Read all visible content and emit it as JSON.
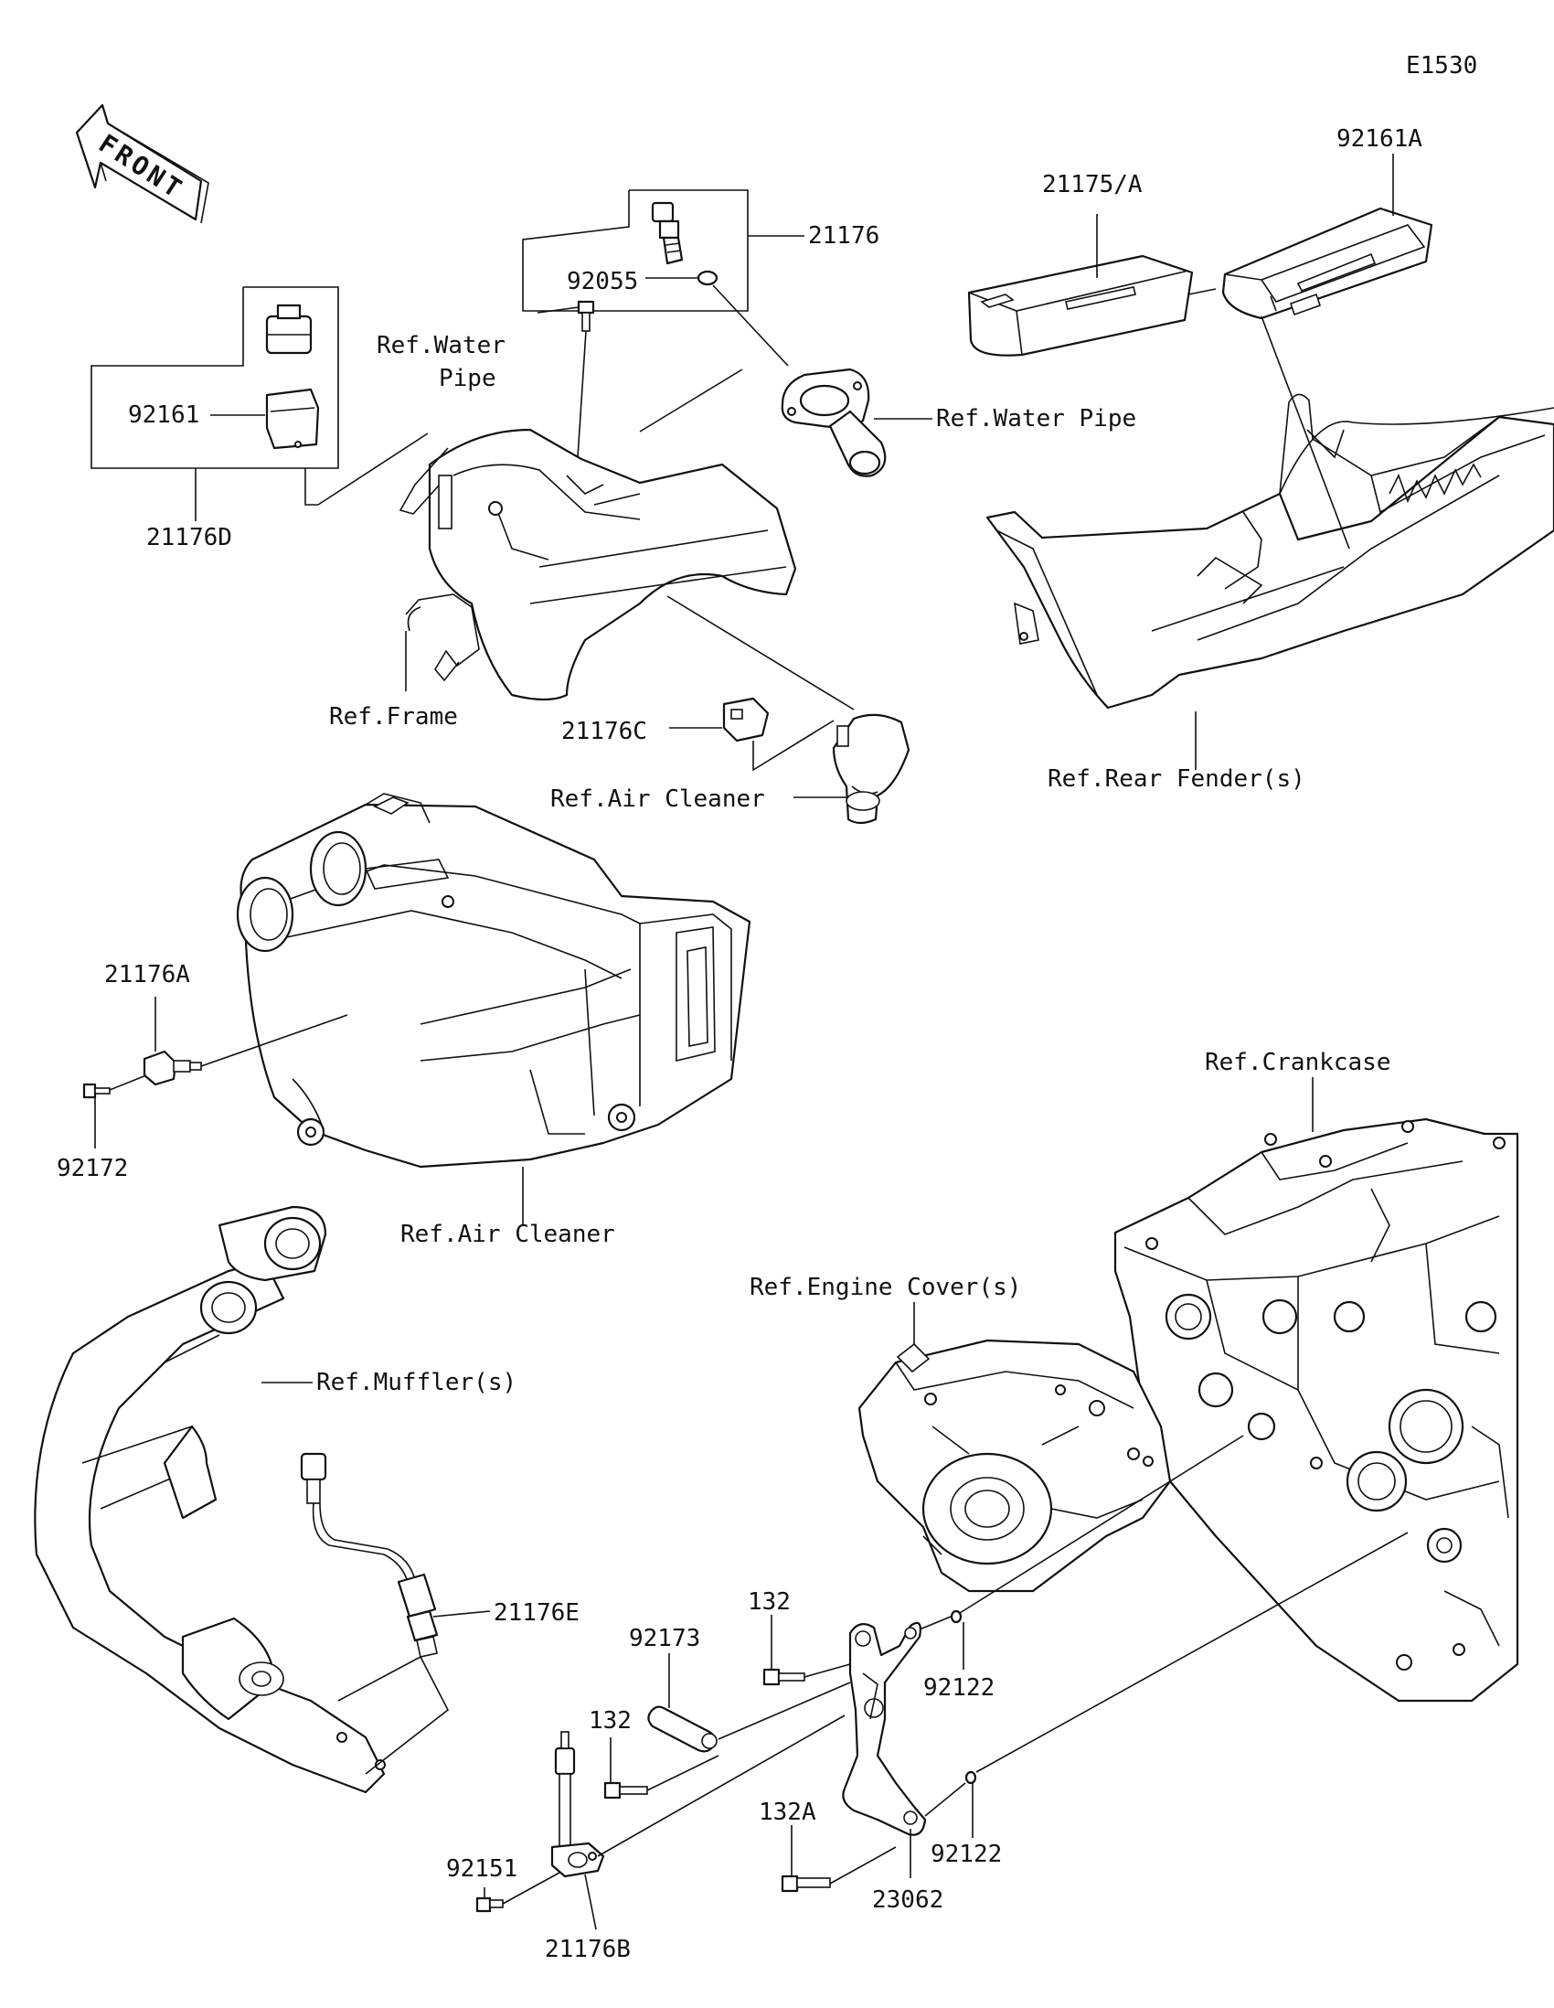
{
  "diagram_code": "E1530",
  "front_label": "FRONT",
  "labels": {
    "p21176": "21176",
    "p92055": "92055",
    "ref_water_pipe_upper": "Ref.Water",
    "ref_water_pipe_upper_2": "Pipe",
    "ref_water_pipe": "Ref.Water Pipe",
    "p92161": "92161",
    "p21176D": "21176D",
    "ref_frame": "Ref.Frame",
    "p21176C": "21176C",
    "ref_air_cleaner_upper": "Ref.Air Cleaner",
    "p21175A": "21175/A",
    "p92161A": "92161A",
    "ref_rear_fender": "Ref.Rear Fender(s)",
    "p21176A": "21176A",
    "p92172": "92172",
    "ref_air_cleaner": "Ref.Air Cleaner",
    "ref_crankcase": "Ref.Crankcase",
    "ref_engine_cover": "Ref.Engine Cover(s)",
    "ref_muffler": "Ref.Muffler(s)",
    "p21176E": "21176E",
    "p132_a": "132",
    "p92173": "92173",
    "p92122_a": "92122",
    "p132_b": "132",
    "p132A": "132A",
    "p92122_b": "92122",
    "p92151": "92151",
    "p23062": "23062",
    "p21176B": "21176B"
  }
}
